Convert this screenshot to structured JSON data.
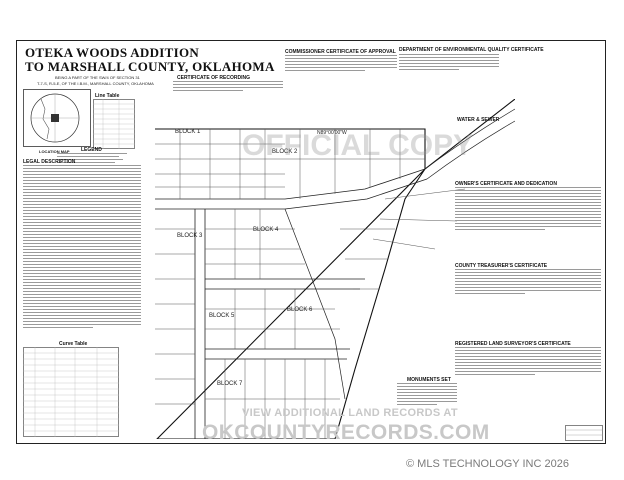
{
  "document": {
    "title_line1": "OTEKA WOODS ADDITION",
    "title_line2": "TO MARSHALL COUNTY, OKLAHOMA",
    "subtitle": "BEING A PART OF THE SW/4 OF SECTION 31",
    "subtitle2": "T-7-S, R-5-E, OF THE I.B.M., MARSHALL COUNTY, OKLAHOMA",
    "location_map_label": "LOCATION MAP",
    "legend_label": "LEGEND",
    "legal_description_label": "LEGAL DESCRIPTION",
    "line_table_label": "Line Table",
    "curve_table_label": "Curve Table",
    "commissioner_cert_label": "COMMISSIONER CERTIFICATE OF APPROVAL",
    "cert_recording_label": "CERTIFICATE OF RECORDING",
    "deq_label": "DEPARTMENT OF ENVIRONMENTAL QUALITY CERTIFICATE",
    "water_sewer_label": "WATER & SEWER",
    "owners_cert_label": "OWNER'S CERTIFICATE AND DEDICATION",
    "treasurer_cert_label": "COUNTY TREASURER'S CERTIFICATE",
    "surveyor_cert_label": "REGISTERED LAND SURVEYOR'S CERTIFICATE",
    "monuments_label": "MONUMENTS SET",
    "blocks": [
      "BLOCK 1",
      "BLOCK 2",
      "BLOCK 3",
      "BLOCK 4",
      "BLOCK 5",
      "BLOCK 6",
      "BLOCK 7"
    ],
    "bearing_label": "N89°00'00\"W",
    "watermark_line1": "VIEW ADDITIONAL LAND RECORDS AT",
    "watermark_line2": "OKCOUNTYRECORDS.COM",
    "watermark_overlay": "OFFICIAL COPY"
  },
  "footer": {
    "copyright": "© MLS TECHNOLOGY INC 2026"
  }
}
